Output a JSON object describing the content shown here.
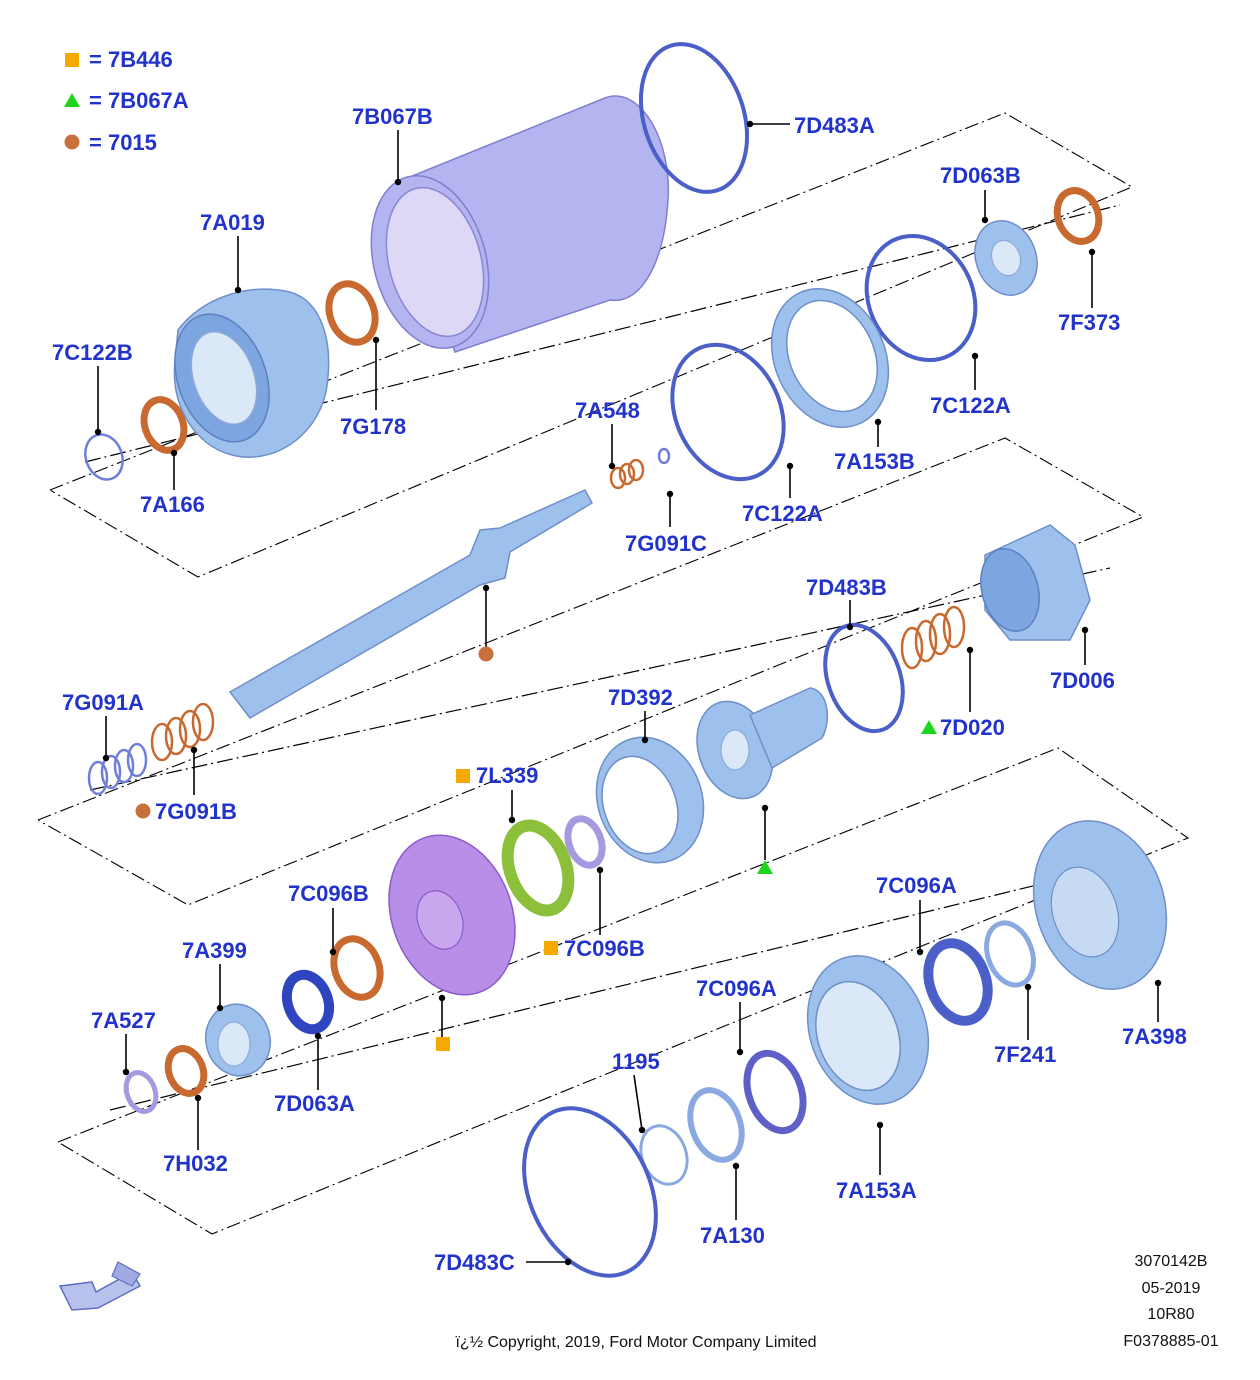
{
  "legend": [
    {
      "symbol": "square",
      "color": "#f5a800",
      "text": "= 7B446"
    },
    {
      "symbol": "triangle",
      "color": "#1fd61f",
      "text": "= 7B067A"
    },
    {
      "symbol": "circle",
      "color": "#c8703c",
      "text": "= 7015"
    }
  ],
  "marker_colors": {
    "square": "#f5a800",
    "triangle": "#1fd61f",
    "circle": "#c8703c"
  },
  "callouts": {
    "c7B067B": "7B067B",
    "c7D483A": "7D483A",
    "c7A019": "7A019",
    "c7D063B": "7D063B",
    "c7F373": "7F373",
    "c7C122B": "7C122B",
    "c7G178": "7G178",
    "c7A166": "7A166",
    "c7A548": "7A548",
    "c7C122A_right": "7C122A",
    "c7A153B": "7A153B",
    "c7C122A_mid": "7C122A",
    "c7G091C": "7G091C",
    "c7D483B": "7D483B",
    "c7D006": "7D006",
    "c7D020": "7D020",
    "c7G091A": "7G091A",
    "c7D392": "7D392",
    "c7L339": "7L339",
    "c7G091B": "7G091B",
    "c7C096B_top": "7C096B",
    "c7C096B_low": "7C096B",
    "c7C096A_right": "7C096A",
    "c7A399": "7A399",
    "c7C096A_mid": "7C096A",
    "c7A527": "7A527",
    "c1195": "1195",
    "c7D063A": "7D063A",
    "c7F241": "7F241",
    "c7A398": "7A398",
    "c7H032": "7H032",
    "c7A153A": "7A153A",
    "c7A130": "7A130",
    "c7D483C": "7D483C"
  },
  "meta": {
    "code": "3070142B",
    "date": "05-2019",
    "model": "10R80",
    "figure": "F0378885-01",
    "copyright": "ï¿½ Copyright, 2019, Ford Motor Company Limited"
  }
}
